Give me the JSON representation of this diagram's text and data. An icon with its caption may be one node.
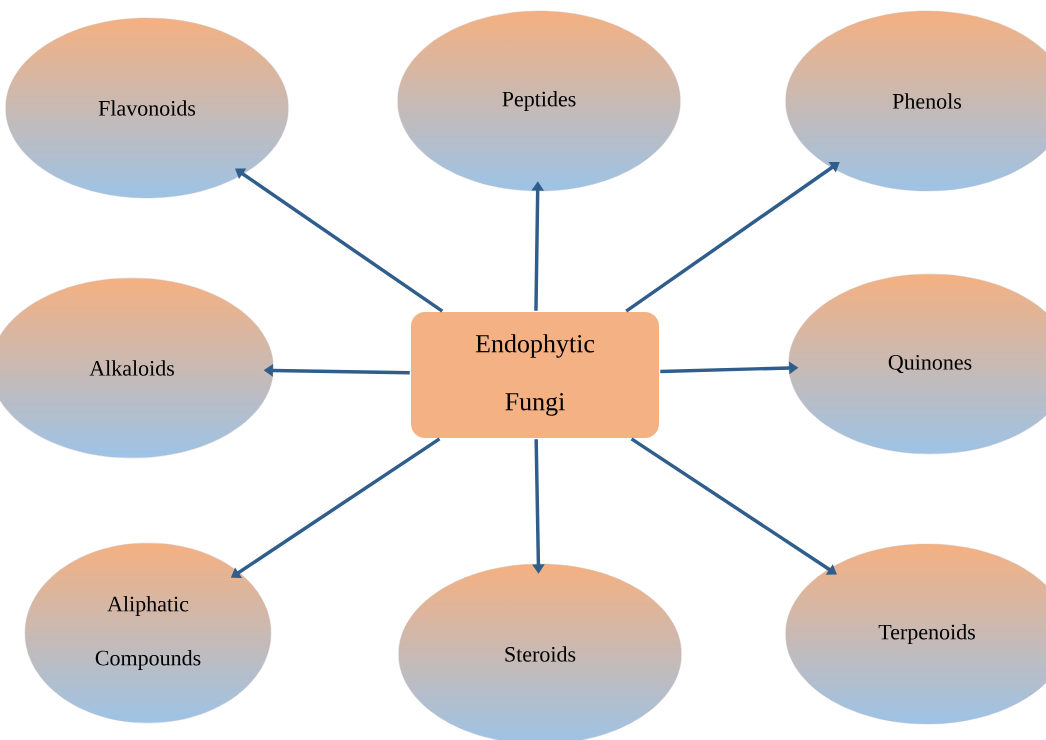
{
  "diagram": {
    "nodes": [
      {
        "text": [
          "Flavonoids"
        ]
      },
      {
        "text": [
          "Peptides"
        ]
      },
      {
        "text": [
          "Phenols"
        ]
      },
      {
        "text": [
          "Alkaloids"
        ]
      },
      {
        "text": [
          "Endophytic Fungi"
        ]
      },
      {
        "text": [
          "Quinones"
        ]
      },
      {
        "text": [
          "Aliphatic Compounds"
        ]
      },
      {
        "text": [
          "Steroids"
        ]
      },
      {
        "text": [
          "Terpenoids"
        ]
      }
    ],
    "edges": [
      {
        "from": 4,
        "to": 0,
        "arrow": "to"
      },
      {
        "from": 4,
        "to": 1,
        "arrow": "to"
      },
      {
        "from": 4,
        "to": 2,
        "arrow": "to"
      },
      {
        "from": 4,
        "to": 3,
        "arrow": "to"
      },
      {
        "from": 4,
        "to": 5,
        "arrow": "to"
      },
      {
        "from": 4,
        "to": 6,
        "arrow": "to"
      },
      {
        "from": 4,
        "to": 7,
        "arrow": "to"
      },
      {
        "from": 4,
        "to": 8,
        "arrow": "to"
      }
    ]
  }
}
